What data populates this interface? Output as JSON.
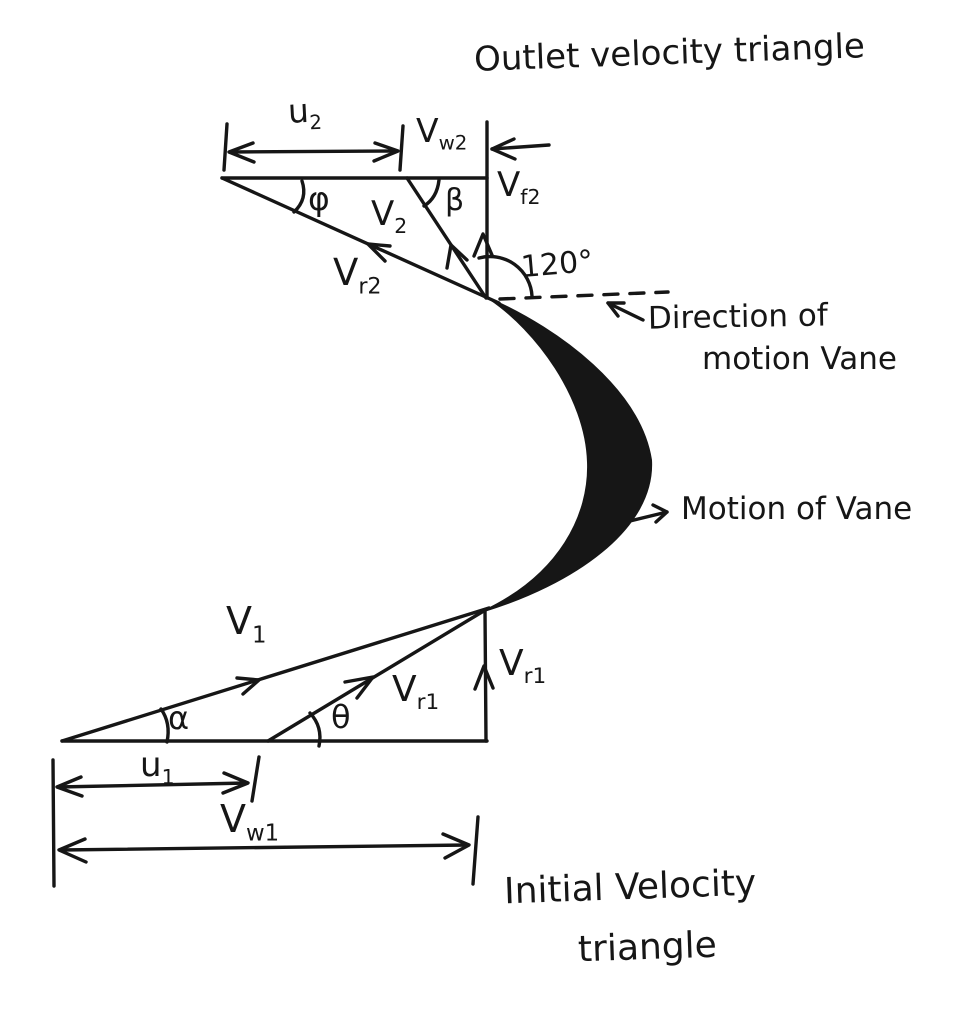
{
  "title": "Outlet velocity triangle",
  "outlet_triangle": {
    "u2": {
      "main": "u",
      "sub": "2"
    },
    "vw2": {
      "main": "V",
      "sub": "w2"
    },
    "vf2": {
      "main": "V",
      "sub": "f2"
    },
    "v2": {
      "main": "V",
      "sub": "2"
    },
    "vr2": {
      "main": "V",
      "sub": "r2"
    },
    "phi": "φ",
    "beta": "β",
    "angle": "120°"
  },
  "vane": {
    "direction_label_line1": "Direction of",
    "direction_label_line2": "motion Vane",
    "motion_label": "Motion of Vane"
  },
  "inlet_triangle": {
    "v1": {
      "main": "V",
      "sub": "1"
    },
    "vr1": {
      "main": "V",
      "sub": "r1"
    },
    "vr1_vertical": {
      "main": "V",
      "sub": "r1"
    },
    "u1": {
      "main": "u",
      "sub": "1"
    },
    "vw1": {
      "main": "V",
      "sub": "w1"
    },
    "alpha": "α",
    "theta": "θ"
  },
  "footer": {
    "caption_line1": "Initial Velocity",
    "caption_line2": "triangle"
  },
  "colors": {
    "ink": "#161616",
    "background": "#ffffff"
  }
}
